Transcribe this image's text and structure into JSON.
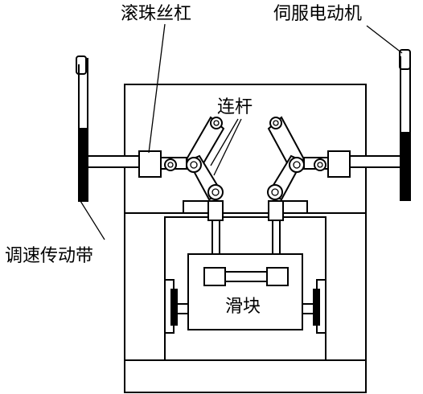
{
  "labels": {
    "ball_screw": "滚珠丝杠",
    "servo_motor": "伺服电动机",
    "connecting_rod": "连杆",
    "timing_belt": "调速传动带",
    "slider": "滑块"
  }
}
